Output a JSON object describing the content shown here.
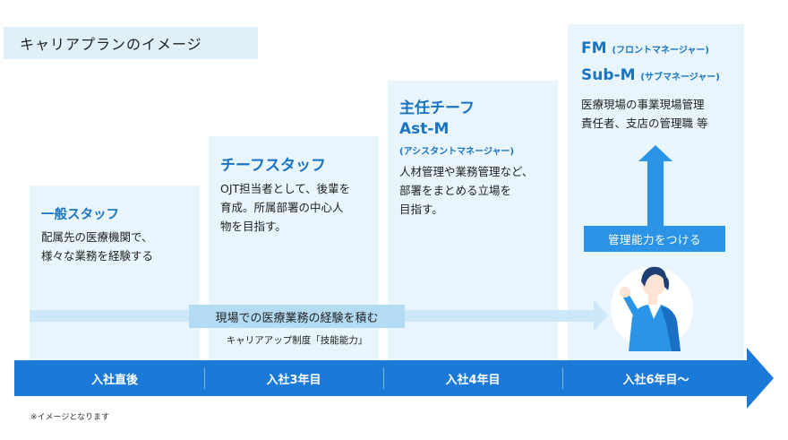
{
  "title": "キャリアプランのイメージ",
  "stages": [
    {
      "title": "一般スタッフ",
      "description": [
        "配属先の医療機関で、",
        "様々な業務を経験する"
      ]
    },
    {
      "title": "チーフスタッフ",
      "description": [
        "OJT担当者として、後輩を",
        "育成。所属部署の中心人",
        "物を目指す。"
      ]
    },
    {
      "title": "主任チーフ",
      "subtitle": "Ast-M",
      "subtitle_note": "(アシスタントマネージャー)",
      "description": [
        "人材管理や業務管理など、",
        "部署をまとめる立場を",
        "目指す。"
      ]
    },
    {
      "title_line1": "FM",
      "title_line1_note": "(フロントマネージャー)",
      "title_line2": "Sub-M",
      "title_line2_note": "(サブマネージャー)",
      "description": [
        "医療現場の事業現場管理",
        "責任者、支店の管理職 等"
      ]
    }
  ],
  "flow": {
    "label": "現場での医療業務の経験を積む",
    "sublabel": "キャリアアップ制度「技能能力」"
  },
  "ability_label": "管理能力をつける",
  "timeline": [
    "入社直後",
    "入社3年目",
    "入社4年目",
    "入社6年目〜"
  ],
  "note": "※イメージとなります",
  "colors": {
    "accent": "#1a74c4",
    "timeline": "#1b7ad8",
    "column_bg": "#e8f5fc",
    "flow_bar": "#cce8f8",
    "flow_label_bg": "#b3dcf4",
    "ability_arrow": "#2b94e6",
    "title_bg": "#dff0fb"
  }
}
